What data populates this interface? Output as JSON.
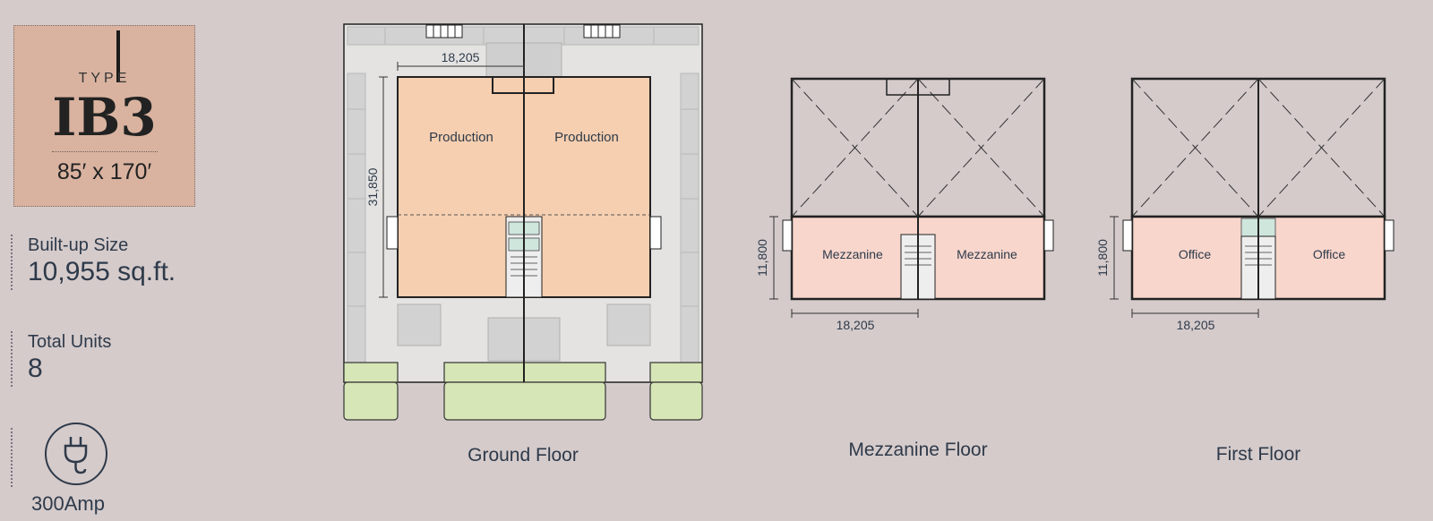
{
  "unit_type": {
    "type_label": "TYPE",
    "code": "IB3",
    "dimensions": "85′ x 170′"
  },
  "specs": {
    "builtup_label": "Built-up Size",
    "builtup_value": "10,955 sq.ft.",
    "units_label": "Total Units",
    "units_value": "8",
    "power_value": "300Amp",
    "power_icon": "plug-icon"
  },
  "plans": {
    "ground": {
      "caption": "Ground Floor",
      "room_left": "Production",
      "room_right": "Production",
      "width_dim": "18,205",
      "depth_dim": "31,850"
    },
    "mezzanine": {
      "caption": "Mezzanine  Floor",
      "room_left": "Mezzanine",
      "room_right": "Mezzanine",
      "width_dim": "18,205",
      "depth_dim": "11,800"
    },
    "first": {
      "caption": "First Floor",
      "room_left": "Office",
      "room_right": "Office",
      "width_dim": "18,205",
      "depth_dim": "11,800"
    }
  },
  "colors": {
    "background": "#d5cbcb",
    "badge": "#d9b3a0",
    "production": "#f6cfb0",
    "upper_room": "#f8d6cc",
    "landscape": "#d6e6b6",
    "site": "#e4e3e2",
    "text": "#2e3a4a"
  }
}
